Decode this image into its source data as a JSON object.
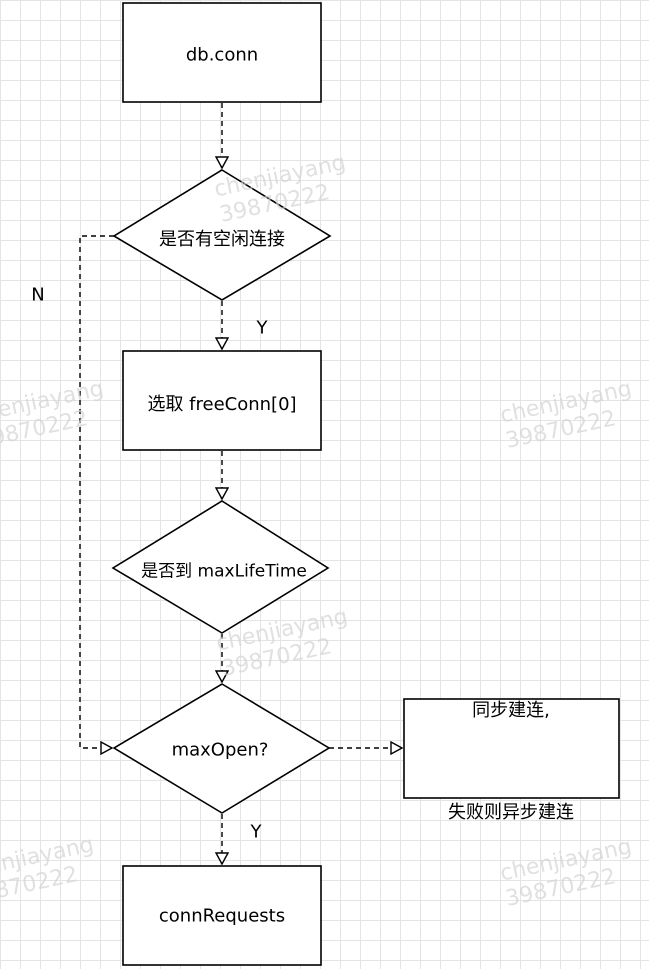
{
  "nodes": {
    "db_conn": "db.conn",
    "idle_check": "是否有空闲连接",
    "pick_free": "选取 freeConn[0]",
    "lifetime_check": "是否到 maxLifeTime",
    "max_open": "maxOpen?",
    "sync_build_line1": "同步建连,",
    "sync_build_line2": "失败则异步建连",
    "conn_requests": "connRequests"
  },
  "edges": {
    "yes_1": "Y",
    "no": "N",
    "yes_2": "Y"
  },
  "watermark": {
    "text": "chenjiayang\n39870222"
  },
  "colors": {
    "stroke": "#000000",
    "grid": "#e4e4e4",
    "watermark": "#d4d4d4"
  }
}
